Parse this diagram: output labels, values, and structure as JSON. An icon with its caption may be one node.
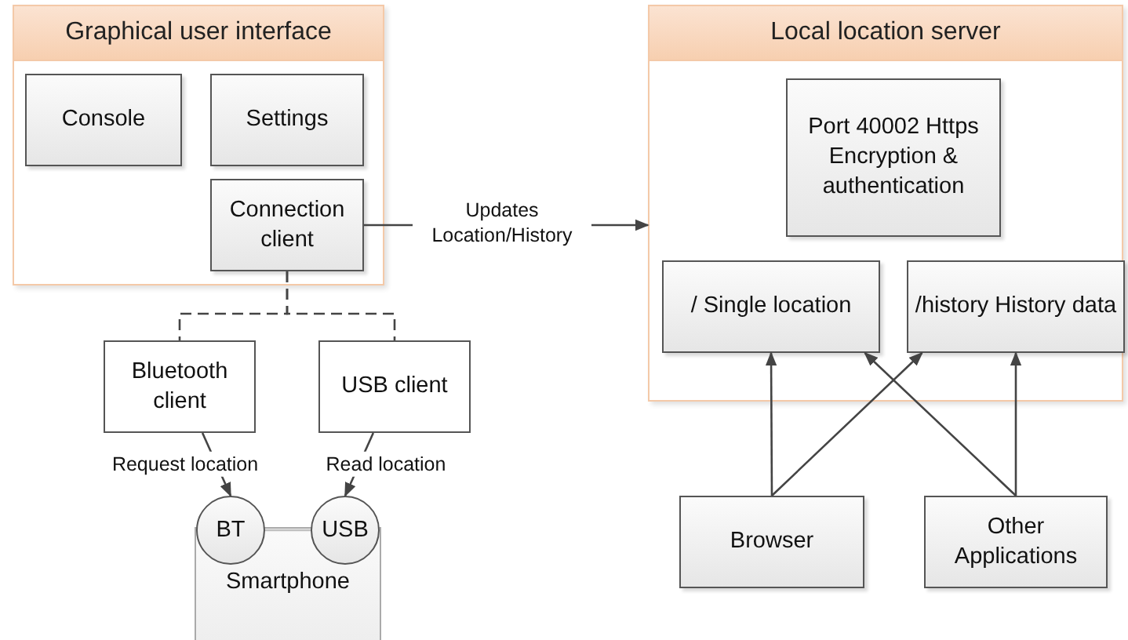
{
  "diagram": {
    "nodes": [
      {
        "text": [
          "Graphical user interface"
        ]
      },
      {
        "text": [
          "Console"
        ],
        "in": 0
      },
      {
        "text": [
          "Settings"
        ],
        "in": 0
      },
      {
        "text": [
          "Connection client"
        ],
        "in": 0
      },
      {
        "text": [
          "Local location server"
        ]
      },
      {
        "text": [
          "Port 40002 Https Encryption & authentication"
        ],
        "in": 4
      },
      {
        "text": [
          "/ Single location"
        ],
        "in": 4
      },
      {
        "text": [
          "/history History data"
        ],
        "in": 4
      },
      {
        "text": [
          "Bluetooth client"
        ]
      },
      {
        "text": [
          "USB client"
        ]
      },
      {
        "text": [
          "Smartphone"
        ]
      },
      {
        "text": [
          "BT"
        ]
      },
      {
        "text": [
          "USB"
        ]
      },
      {
        "text": [
          "Browser"
        ]
      },
      {
        "text": [
          "Other Applications"
        ]
      }
    ],
    "edges": [
      {
        "from": 3,
        "to": 4,
        "arrow": "to",
        "label": "Updates Location/History"
      },
      {
        "from": 3,
        "to": 8,
        "arrow": "none",
        "style": "dashed"
      },
      {
        "from": 3,
        "to": 9,
        "arrow": "none",
        "style": "dashed"
      },
      {
        "from": 8,
        "to": 11,
        "arrow": "to",
        "label": "Request location"
      },
      {
        "from": 9,
        "to": 12,
        "arrow": "to",
        "label": "Read location"
      },
      {
        "from": 11,
        "to": 12,
        "arrow": "none",
        "color": "#c0c0c0"
      },
      {
        "from": 13,
        "to": 6,
        "arrow": "to"
      },
      {
        "from": 13,
        "to": 7,
        "arrow": "to"
      },
      {
        "from": 14,
        "to": 6,
        "arrow": "to"
      },
      {
        "from": 14,
        "to": 7,
        "arrow": "to"
      }
    ]
  }
}
